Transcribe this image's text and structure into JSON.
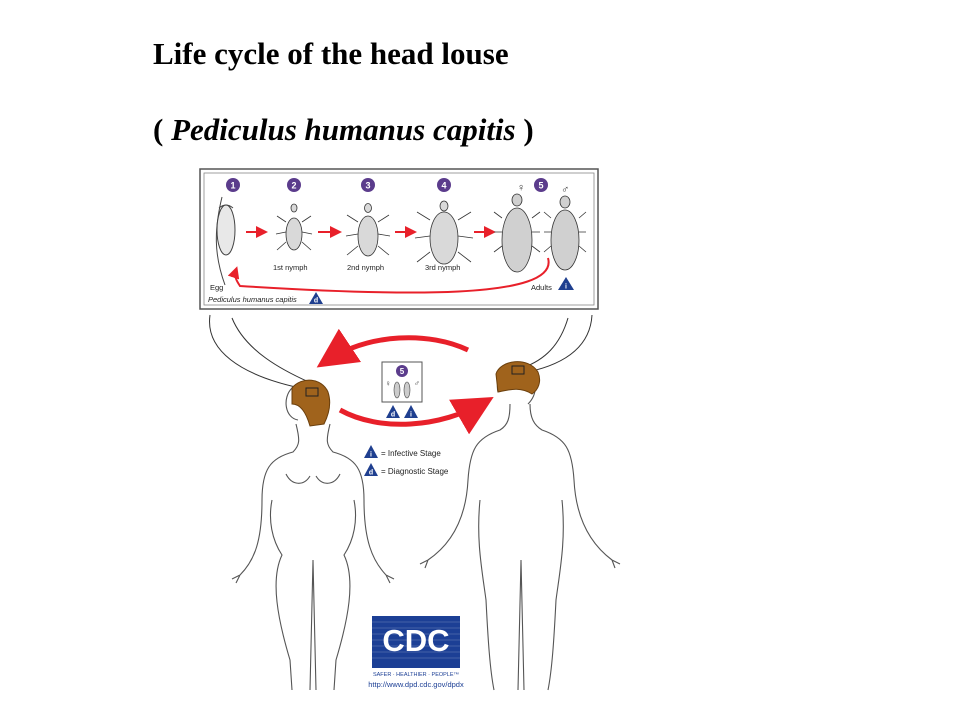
{
  "title": "Life cycle of the head louse",
  "subtitle": {
    "open": "( ",
    "scientific_name": "Pediculus humanus capitis",
    "close": " )"
  },
  "cycle_panel": {
    "stages": [
      {
        "number": "1",
        "label": "Egg"
      },
      {
        "number": "2",
        "label": "1st nymph"
      },
      {
        "number": "3",
        "label": "2nd nymph"
      },
      {
        "number": "4",
        "label": "3rd nymph"
      },
      {
        "number": "5",
        "label": "Adults"
      }
    ],
    "species_label": "Pediculus humanus capitis",
    "female_symbol": "♀",
    "male_symbol": "♂",
    "diagnostic_badge": "d",
    "infective_badge": "i"
  },
  "transmission": {
    "stage_number": "5",
    "female_symbol": "♀",
    "male_symbol": "♂",
    "diagnostic_badge": "d",
    "infective_badge": "i"
  },
  "legend": [
    {
      "badge": "i",
      "text": "= Infective Stage"
    },
    {
      "badge": "d",
      "text": "= Diagnostic Stage"
    }
  ],
  "logo": {
    "text": "CDC",
    "tagline": "SAFER · HEALTHIER · PEOPLE™",
    "url": "http://www.dpd.cdc.gov/dpdx"
  },
  "colors": {
    "arrow": "#e8202a",
    "stage_circle": "#5b3c8c",
    "badge": "#1f3f8f",
    "hair": "#a0631c",
    "logo": "#1c3f95"
  }
}
